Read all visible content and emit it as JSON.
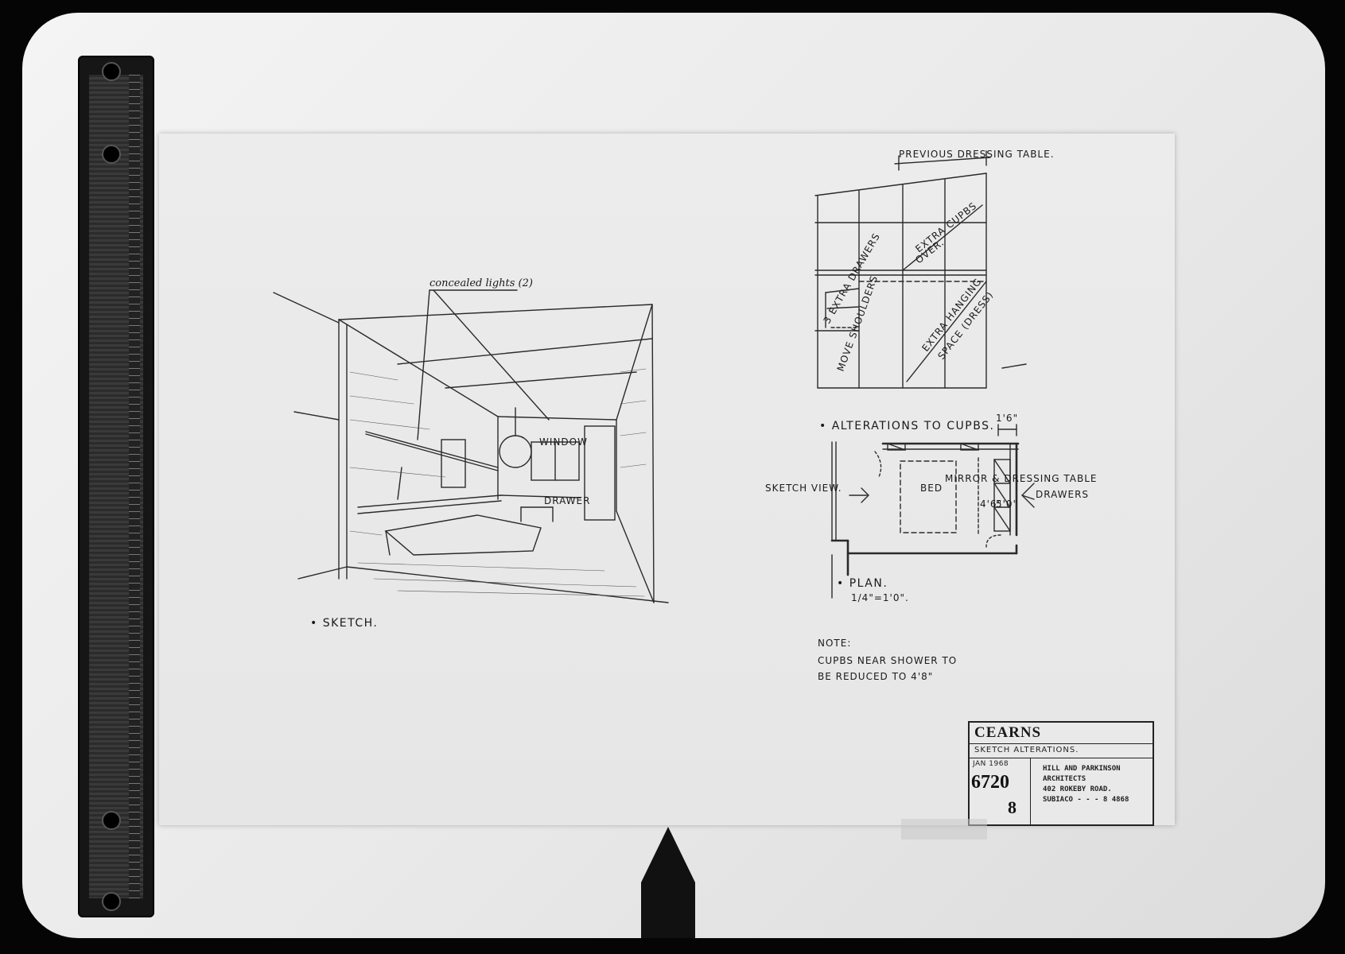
{
  "sketch": {
    "callout": "concealed lights (2)",
    "window_label": "WINDOW",
    "drawer_label": "DRAWER",
    "caption": "SKETCH."
  },
  "elevation": {
    "top_label": "PREVIOUS DRESSING TABLE.",
    "label_extra_cupbs": "EXTRA CUPBS",
    "label_over": "OVER.",
    "label_extra_drawers": "3 EXTRA DRAWERS",
    "label_move_shoulders": "MOVE SHOULDERS",
    "label_extra_hanging": "EXTRA HANGING",
    "label_space": "SPACE (DRESS)",
    "caption": "ALTERATIONS TO CUPBS."
  },
  "plan": {
    "dim_top": "1'6\"",
    "sketch_view": "SKETCH VIEW.",
    "bed": "BED",
    "mirror": "MIRROR & DRESSING TABLE",
    "dim_a": "4'6\"",
    "dim_b": "5'0\"",
    "drawers": "DRAWERS",
    "caption": "PLAN.",
    "scale": "1/4\"=1'0\"."
  },
  "note": {
    "heading": "NOTE:",
    "line1": "CUPBS NEAR SHOWER TO",
    "line2": "BE REDUCED TO 4'8\""
  },
  "title_block": {
    "client": "CEARNS",
    "description": "SKETCH ALTERATIONS.",
    "date": "JAN 1968",
    "job_number": "6720",
    "sheet": "8",
    "firm_line1": "HILL AND PARKINSON",
    "firm_line2": "ARCHITECTS",
    "firm_line3": "402 ROKEBY ROAD.",
    "firm_line4": "SUBIACO - - - 8 4868"
  }
}
